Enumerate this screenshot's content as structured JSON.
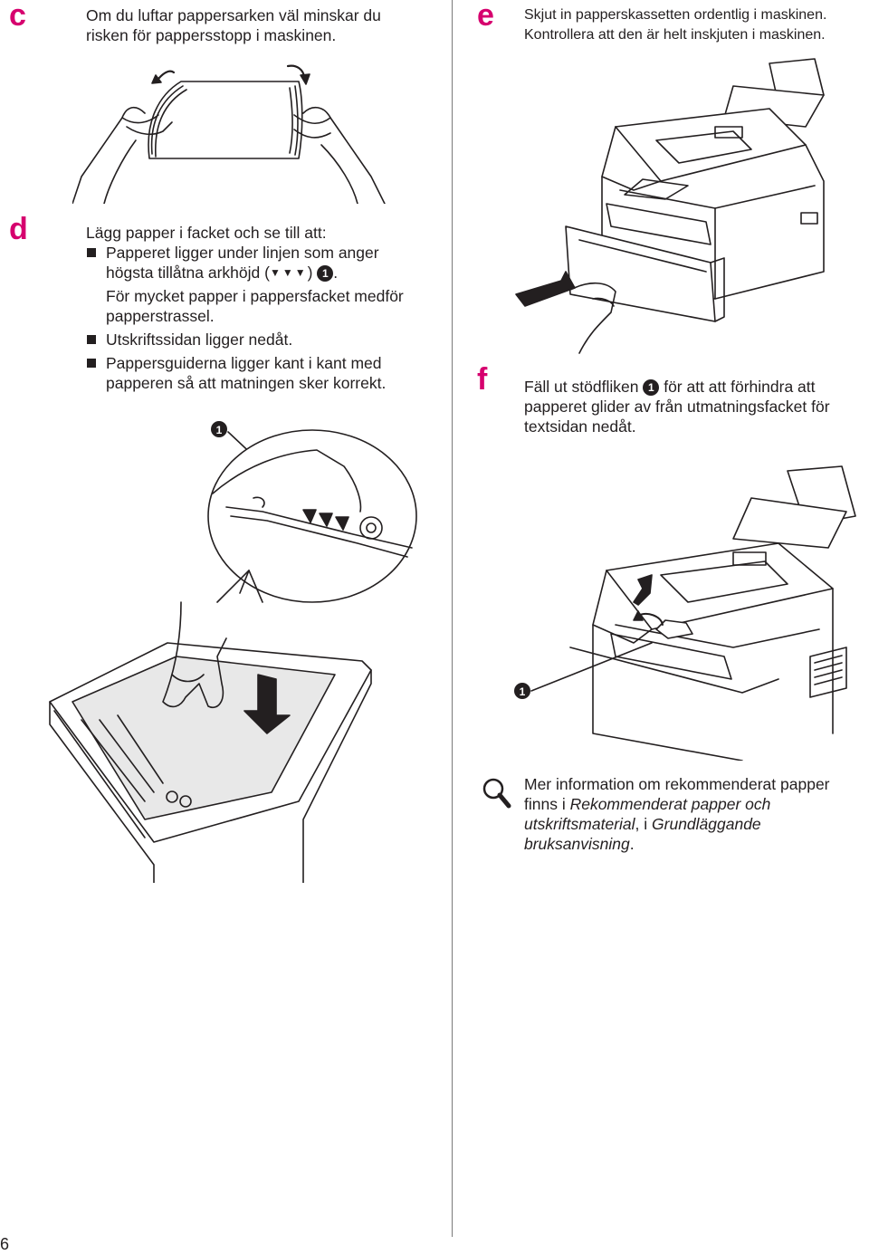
{
  "page_number": "6",
  "steps": {
    "c": {
      "letter": "c",
      "line1": "Om du luftar pappersarken väl minskar du",
      "line2": "risken för pappersstopp i maskinen."
    },
    "d": {
      "letter": "d",
      "intro": "Lägg papper i facket och se till att:",
      "bullet1_a": "Papperet ligger under linjen som anger",
      "bullet1_b": "högsta tillåtna arkhöjd (",
      "bullet1_marks": "▼▼▼",
      "bullet1_c": ")",
      "bullet1_end": ".",
      "bullet1_note_a": "För mycket papper i pappersfacket medför",
      "bullet1_note_b": "papperstrassel.",
      "bullet2": "Utskriftssidan ligger nedåt.",
      "bullet3_a": "Pappersguiderna ligger kant i kant med",
      "bullet3_b": "papperen så att matningen sker korrekt.",
      "callout": "1"
    },
    "e": {
      "letter": "e",
      "line1": "Skjut in papperskassetten ordentlig i maskinen.",
      "line2": "Kontrollera att den är helt inskjuten i maskinen."
    },
    "f": {
      "letter": "f",
      "line1_a": "Fäll ut stödfliken",
      "line1_b": "för att att förhindra att",
      "line2": "papperet glider av från utmatningsfacket för",
      "line3": "textsidan nedåt.",
      "callout": "1"
    }
  },
  "note": {
    "icon": "magnifier-icon",
    "line1": "Mer information om rekommenderat papper",
    "line2_a": "finns i ",
    "line2_i": "Rekommenderat papper och",
    "line3_i": "utskriftsmaterial",
    "line3_b": ", i ",
    "line3_i2": "Grundläggande",
    "line4_i": "bruksanvisning",
    "line4_end": "."
  },
  "colors": {
    "step_letter": "#d6006e",
    "text": "#231f20"
  }
}
